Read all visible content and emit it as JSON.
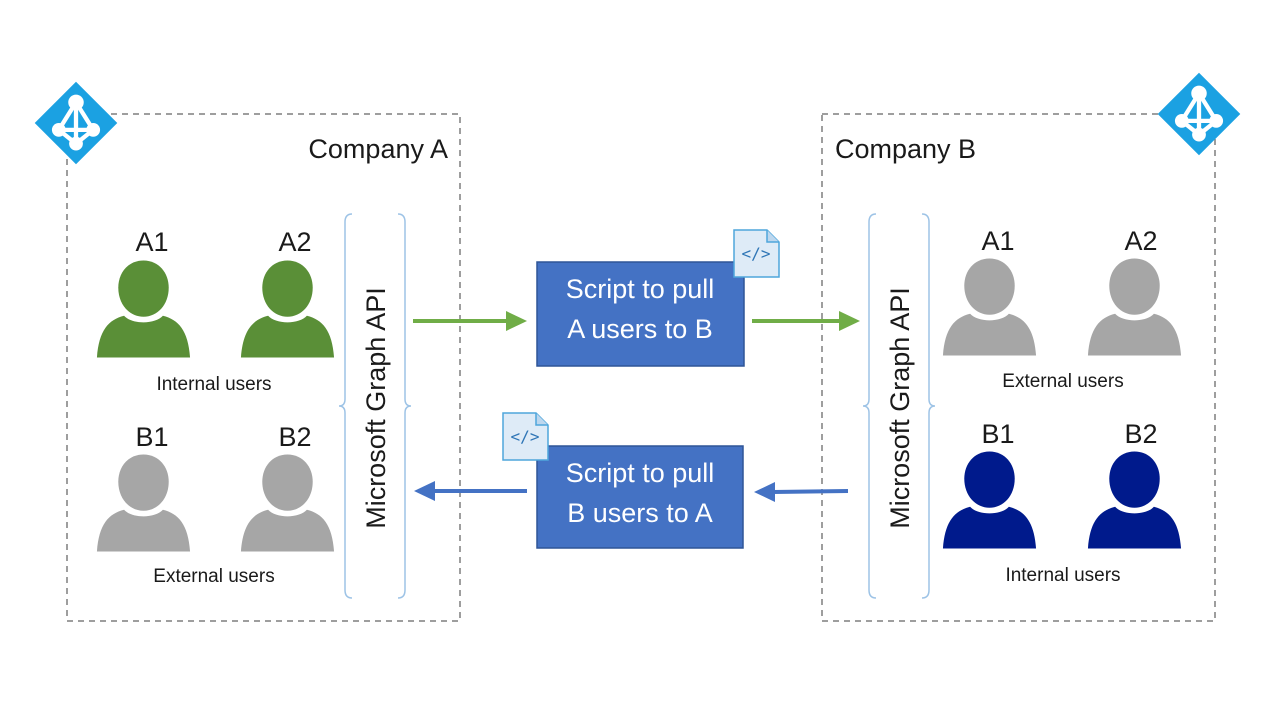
{
  "companies": {
    "a": {
      "name": "Company A",
      "top_group": {
        "users": [
          "A1",
          "A2"
        ],
        "caption": "Internal users"
      },
      "bottom_group": {
        "users": [
          "B1",
          "B2"
        ],
        "caption": "External users"
      },
      "api_label": "Microsoft Graph API"
    },
    "b": {
      "name": "Company B",
      "top_group": {
        "users": [
          "A1",
          "A2"
        ],
        "caption": "External users"
      },
      "bottom_group": {
        "users": [
          "B1",
          "B2"
        ],
        "caption": "Internal users"
      },
      "api_label": "Microsoft Graph API"
    }
  },
  "scripts": {
    "pull_a_to_b": {
      "line1": "Script to pull",
      "line2": "A users to B"
    },
    "pull_b_to_a": {
      "line1": "Script to pull",
      "line2": "B users to A"
    },
    "code_glyph": "</>"
  },
  "icons": {
    "tenant": "azure-ad-icon",
    "user": "user-icon",
    "script_file": "code-file-icon"
  },
  "colors": {
    "green_user": "#5a8f37",
    "gray_user": "#a6a6a6",
    "navy_user": "#001a8c",
    "script_box": "#4472c4",
    "green_arrow": "#70ad47",
    "blue_arrow": "#4472c4",
    "azure_blue": "#1ba1e2",
    "border_gray": "#7f7f7f",
    "brace": "#9dc3e6"
  }
}
